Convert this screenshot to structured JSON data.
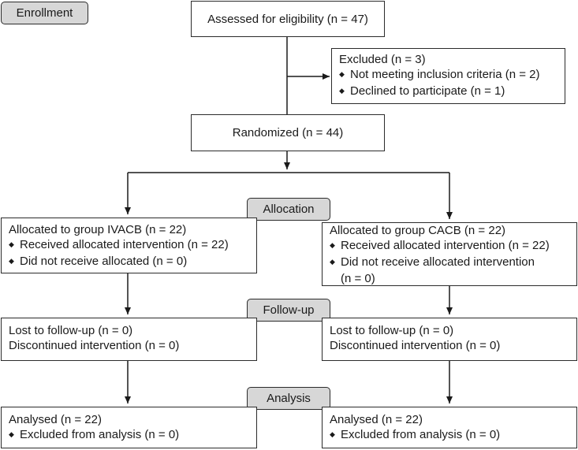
{
  "stages": {
    "enrollment": "Enrollment",
    "allocation": "Allocation",
    "followup": "Follow-up",
    "analysis": "Analysis"
  },
  "assessed": "Assessed for eligibility (n = 47)",
  "excluded": {
    "title": "Excluded (n = 3)",
    "items": [
      "Not meeting inclusion criteria (n = 2)",
      "Declined to participate (n = 1)"
    ]
  },
  "randomized": "Randomized (n = 44)",
  "bullet_glyph": "◆",
  "left": {
    "allocation": {
      "title": "Allocated to group IVACB (n = 22)",
      "items": [
        "Received allocated intervention (n = 22)",
        "Did not receive allocated (n = 0)"
      ]
    },
    "followup": {
      "lost": "Lost to follow-up (n = 0)",
      "discontinued": "Discontinued intervention (n = 0)"
    },
    "analysis": {
      "title": "Analysed (n = 22)",
      "items": [
        "Excluded from analysis (n = 0)"
      ]
    }
  },
  "right": {
    "allocation": {
      "title": "Allocated to group CACB (n = 22)",
      "items": [
        "Received allocated intervention (n = 22)",
        "Did not receive allocated intervention"
      ],
      "continuation": "(n = 0)"
    },
    "followup": {
      "lost": "Lost to follow-up (n = 0)",
      "discontinued": "Discontinued intervention (n = 0)"
    },
    "analysis": {
      "title": "Analysed (n = 22)",
      "items": [
        "Excluded from analysis (n = 0)"
      ]
    }
  }
}
